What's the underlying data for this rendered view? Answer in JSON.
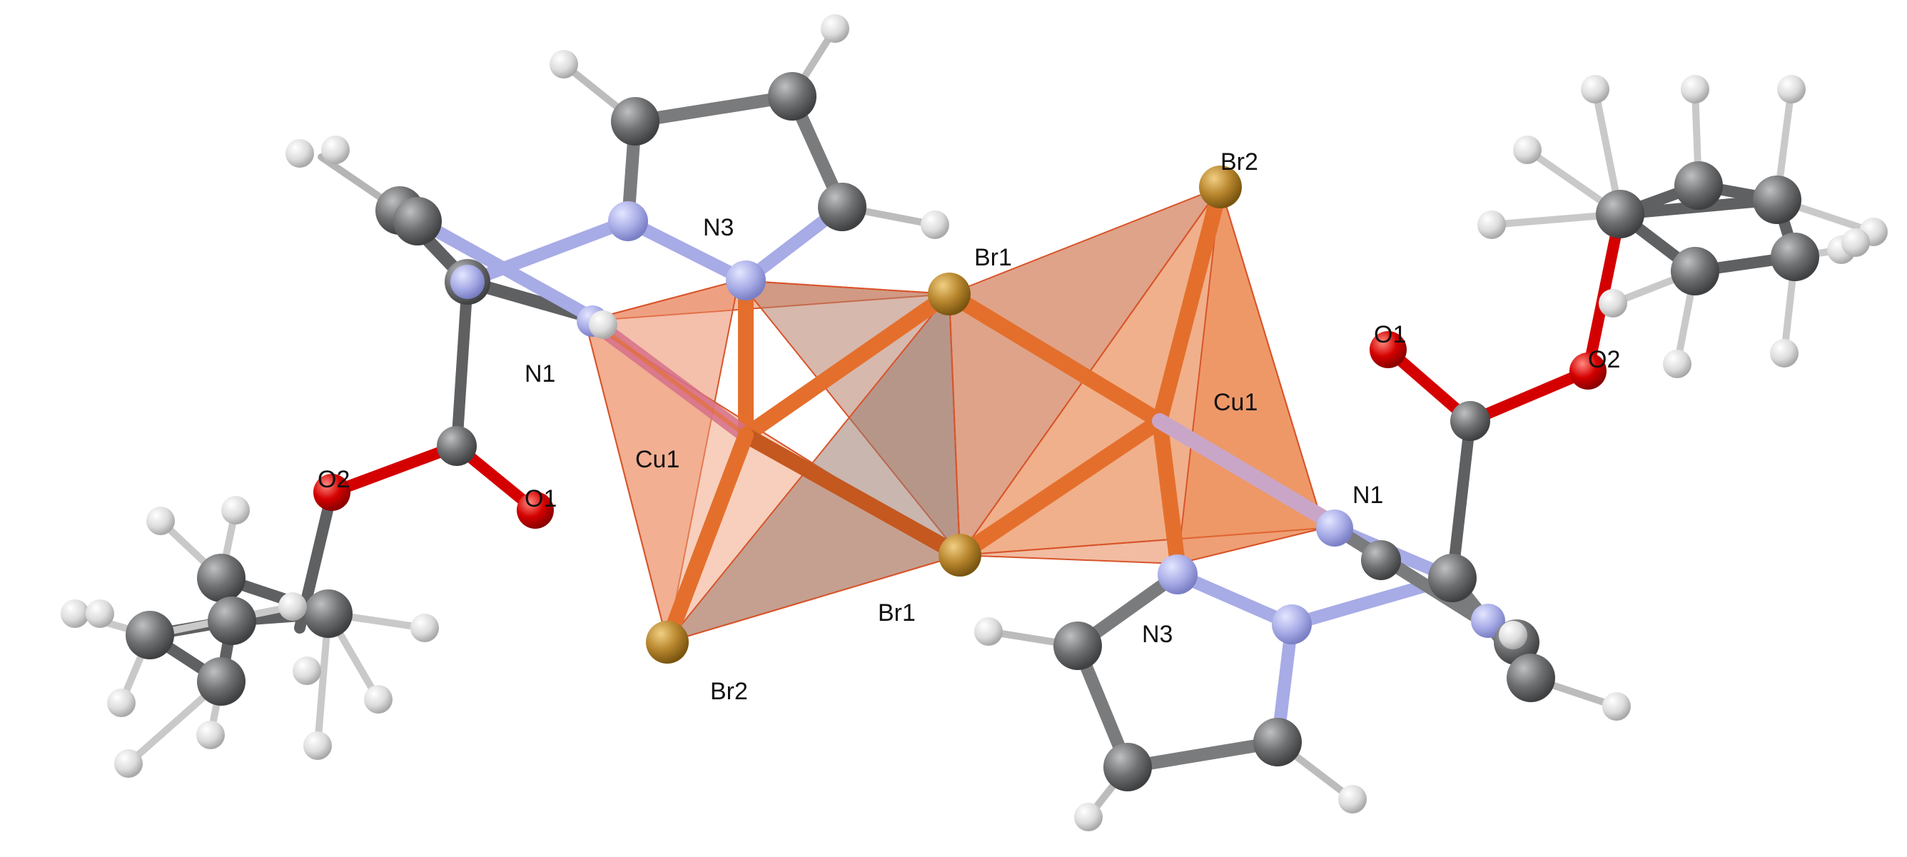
{
  "labels": {
    "n3_top": "N3",
    "br1_top": "Br1",
    "br2_top": "Br2",
    "n1_left": "N1",
    "cu1_left": "Cu1",
    "o2_left": "O2",
    "o1_left": "O1",
    "br1_bottom": "Br1",
    "br2_bottom": "Br2",
    "n3_bottom": "N3",
    "cu1_right": "Cu1",
    "n1_right": "N1",
    "o1_right": "O1",
    "o2_right": "O2"
  },
  "colors": {
    "carbon": "#6f7072",
    "hydrogen": "#e6e6e6",
    "nitrogen": "#a7abe6",
    "oxygen": "#d40000",
    "bromine": "#b8862e",
    "copper_bond": "#e46f2c",
    "polyhedron_face": "#e8855a"
  }
}
